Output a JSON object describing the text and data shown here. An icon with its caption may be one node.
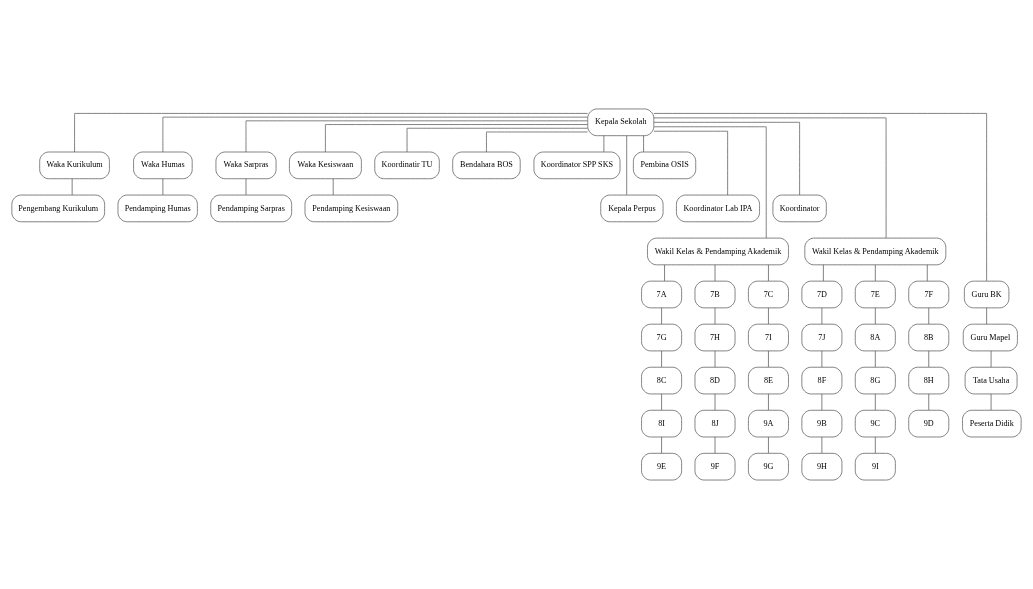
{
  "diagram": {
    "nodes": [
      {
        "text": [
          "Kepala Sekolah"
        ]
      },
      {
        "text": [
          "Waka Kurikulum"
        ]
      },
      {
        "text": [
          "Waka Humas"
        ]
      },
      {
        "text": [
          "Waka Sarpras"
        ]
      },
      {
        "text": [
          "Waka Kesiswaan"
        ]
      },
      {
        "text": [
          "Koordinatir TU"
        ]
      },
      {
        "text": [
          "Bendahara BOS"
        ]
      },
      {
        "text": [
          "Koordinator SPP SKS"
        ]
      },
      {
        "text": [
          "Pembina OSIS"
        ]
      },
      {
        "text": [
          "Pengembang Kurikulum"
        ]
      },
      {
        "text": [
          "Pendamping Humas"
        ]
      },
      {
        "text": [
          "Pendamping Sarpras"
        ]
      },
      {
        "text": [
          "Pendamping Kesiswaan"
        ]
      },
      {
        "text": [
          "Kepala Perpus"
        ]
      },
      {
        "text": [
          "Koordinator Lab IPA"
        ]
      },
      {
        "text": [
          "Koordinator"
        ]
      },
      {
        "text": [
          "Wakil Kelas & Pendamping Akademik"
        ]
      },
      {
        "text": [
          "Wakil Kelas & Pendamping Akademik"
        ]
      },
      {
        "text": [
          "7A"
        ]
      },
      {
        "text": [
          "7B"
        ]
      },
      {
        "text": [
          "7C"
        ]
      },
      {
        "text": [
          "Guru BK"
        ]
      },
      {
        "text": [
          "7D"
        ]
      },
      {
        "text": [
          "7E"
        ]
      },
      {
        "text": [
          "7F"
        ]
      },
      {
        "text": [
          "7G"
        ]
      },
      {
        "text": [
          "7H"
        ]
      },
      {
        "text": [
          "7I"
        ]
      },
      {
        "text": [
          "Guru Mapel"
        ]
      },
      {
        "text": [
          "7J"
        ]
      },
      {
        "text": [
          "8A"
        ]
      },
      {
        "text": [
          "8B"
        ]
      },
      {
        "text": [
          "8C"
        ]
      },
      {
        "text": [
          "8D"
        ]
      },
      {
        "text": [
          "8E"
        ]
      },
      {
        "text": [
          "Tata Usaha"
        ]
      },
      {
        "text": [
          "8F"
        ]
      },
      {
        "text": [
          "8G"
        ]
      },
      {
        "text": [
          "8H"
        ]
      },
      {
        "text": [
          "8I"
        ]
      },
      {
        "text": [
          "8J"
        ]
      },
      {
        "text": [
          "9A"
        ]
      },
      {
        "text": [
          "9B"
        ]
      },
      {
        "text": [
          "9C"
        ]
      },
      {
        "text": [
          "9D"
        ]
      },
      {
        "text": [
          "9E"
        ]
      },
      {
        "text": [
          "9F"
        ]
      },
      {
        "text": [
          "9G"
        ]
      },
      {
        "text": [
          "Peserta Didik"
        ]
      },
      {
        "text": [
          "9H"
        ]
      },
      {
        "text": [
          "9I"
        ]
      }
    ],
    "edges": [
      {
        "from": 0,
        "to": 1,
        "arrow": "none"
      },
      {
        "from": 0,
        "to": 2,
        "arrow": "none"
      },
      {
        "from": 0,
        "to": 3,
        "arrow": "none"
      },
      {
        "from": 0,
        "to": 4,
        "arrow": "none"
      },
      {
        "from": 0,
        "to": 5,
        "arrow": "none"
      },
      {
        "from": 0,
        "to": 6,
        "arrow": "none"
      },
      {
        "from": 0,
        "to": 7,
        "arrow": "none"
      },
      {
        "from": 0,
        "to": 8,
        "arrow": "none"
      },
      {
        "from": 1,
        "to": 9,
        "arrow": "none"
      },
      {
        "from": 2,
        "to": 10,
        "arrow": "none"
      },
      {
        "from": 3,
        "to": 11,
        "arrow": "none"
      },
      {
        "from": 4,
        "to": 12,
        "arrow": "none"
      },
      {
        "from": 0,
        "to": 13,
        "arrow": "none"
      },
      {
        "from": 0,
        "to": 14,
        "arrow": "none"
      },
      {
        "from": 0,
        "to": 15,
        "arrow": "none"
      },
      {
        "from": 0,
        "to": 16,
        "arrow": "none"
      },
      {
        "from": 0,
        "to": 17,
        "arrow": "none"
      },
      {
        "from": 0,
        "to": 21,
        "arrow": "none"
      },
      {
        "from": 16,
        "to": 18,
        "arrow": "none"
      },
      {
        "from": 16,
        "to": 19,
        "arrow": "none"
      },
      {
        "from": 16,
        "to": 20,
        "arrow": "none"
      },
      {
        "from": 17,
        "to": 22,
        "arrow": "none"
      },
      {
        "from": 17,
        "to": 23,
        "arrow": "none"
      },
      {
        "from": 17,
        "to": 24,
        "arrow": "none"
      },
      {
        "from": 18,
        "to": 25,
        "arrow": "none"
      },
      {
        "from": 25,
        "to": 32,
        "arrow": "none"
      },
      {
        "from": 32,
        "to": 39,
        "arrow": "none"
      },
      {
        "from": 39,
        "to": 45,
        "arrow": "none"
      },
      {
        "from": 19,
        "to": 26,
        "arrow": "none"
      },
      {
        "from": 26,
        "to": 33,
        "arrow": "none"
      },
      {
        "from": 33,
        "to": 40,
        "arrow": "none"
      },
      {
        "from": 40,
        "to": 46,
        "arrow": "none"
      },
      {
        "from": 20,
        "to": 27,
        "arrow": "none"
      },
      {
        "from": 27,
        "to": 34,
        "arrow": "none"
      },
      {
        "from": 34,
        "to": 41,
        "arrow": "none"
      },
      {
        "from": 41,
        "to": 47,
        "arrow": "none"
      },
      {
        "from": 21,
        "to": 28,
        "arrow": "none"
      },
      {
        "from": 28,
        "to": 35,
        "arrow": "none"
      },
      {
        "from": 35,
        "to": 48,
        "arrow": "none"
      },
      {
        "from": 22,
        "to": 29,
        "arrow": "none"
      },
      {
        "from": 29,
        "to": 36,
        "arrow": "none"
      },
      {
        "from": 36,
        "to": 42,
        "arrow": "none"
      },
      {
        "from": 42,
        "to": 49,
        "arrow": "none"
      },
      {
        "from": 23,
        "to": 30,
        "arrow": "none"
      },
      {
        "from": 30,
        "to": 37,
        "arrow": "none"
      },
      {
        "from": 37,
        "to": 43,
        "arrow": "none"
      },
      {
        "from": 43,
        "to": 50,
        "arrow": "none"
      },
      {
        "from": 24,
        "to": 31,
        "arrow": "none"
      },
      {
        "from": 31,
        "to": 38,
        "arrow": "none"
      },
      {
        "from": 38,
        "to": 44,
        "arrow": "none"
      }
    ]
  }
}
